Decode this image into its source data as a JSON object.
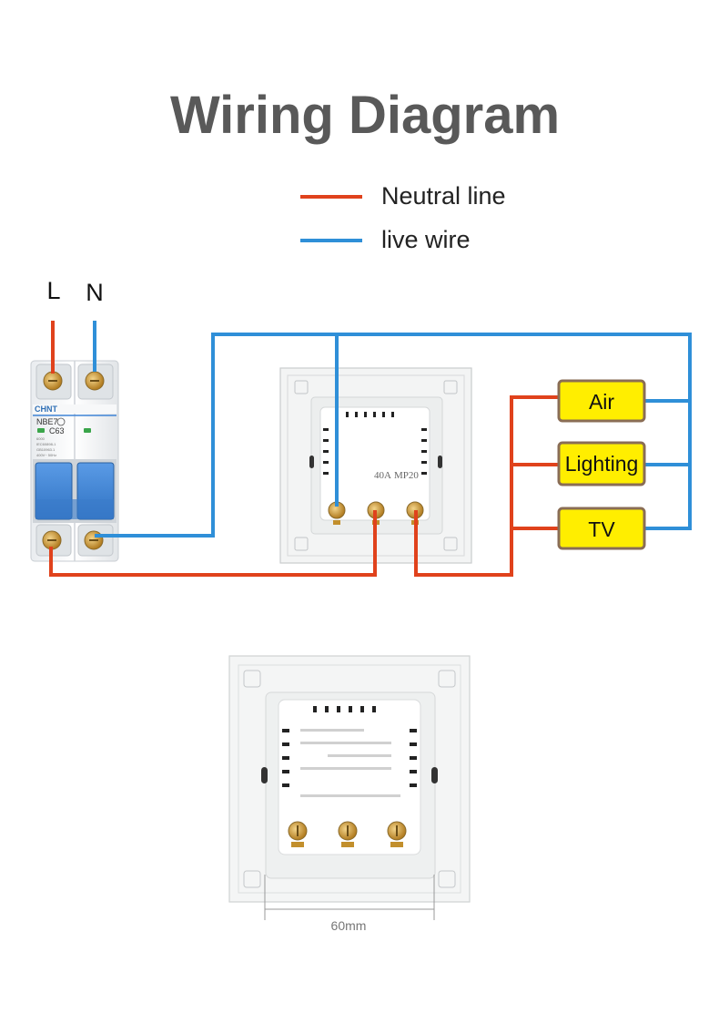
{
  "title": "Wiring Diagram",
  "legend": [
    {
      "label": "Neutral line",
      "color": "#e0421c"
    },
    {
      "label": "live wire",
      "color": "#2f8fd8"
    }
  ],
  "terminals": {
    "line": "L",
    "neutral": "N"
  },
  "breaker": {
    "brand": "CHNT",
    "model": "NBE7",
    "curve": "C63",
    "fine_print": [
      "6000",
      "IEC60898-1",
      "GB10963.1",
      "400V~ 50Hz"
    ]
  },
  "switch": {
    "rating_main": "40A",
    "rating_sub": "MP20"
  },
  "loads": [
    "Air",
    "Lighting",
    "TV"
  ],
  "colors": {
    "neutral_wire": "#e0421c",
    "live_wire": "#2f8fd8",
    "load_box_fill": "#ffee00",
    "load_box_border": "#8a6d55",
    "breaker_handle": "#3f84d6",
    "title": "#595959"
  },
  "dimension": {
    "label": "60mm"
  }
}
